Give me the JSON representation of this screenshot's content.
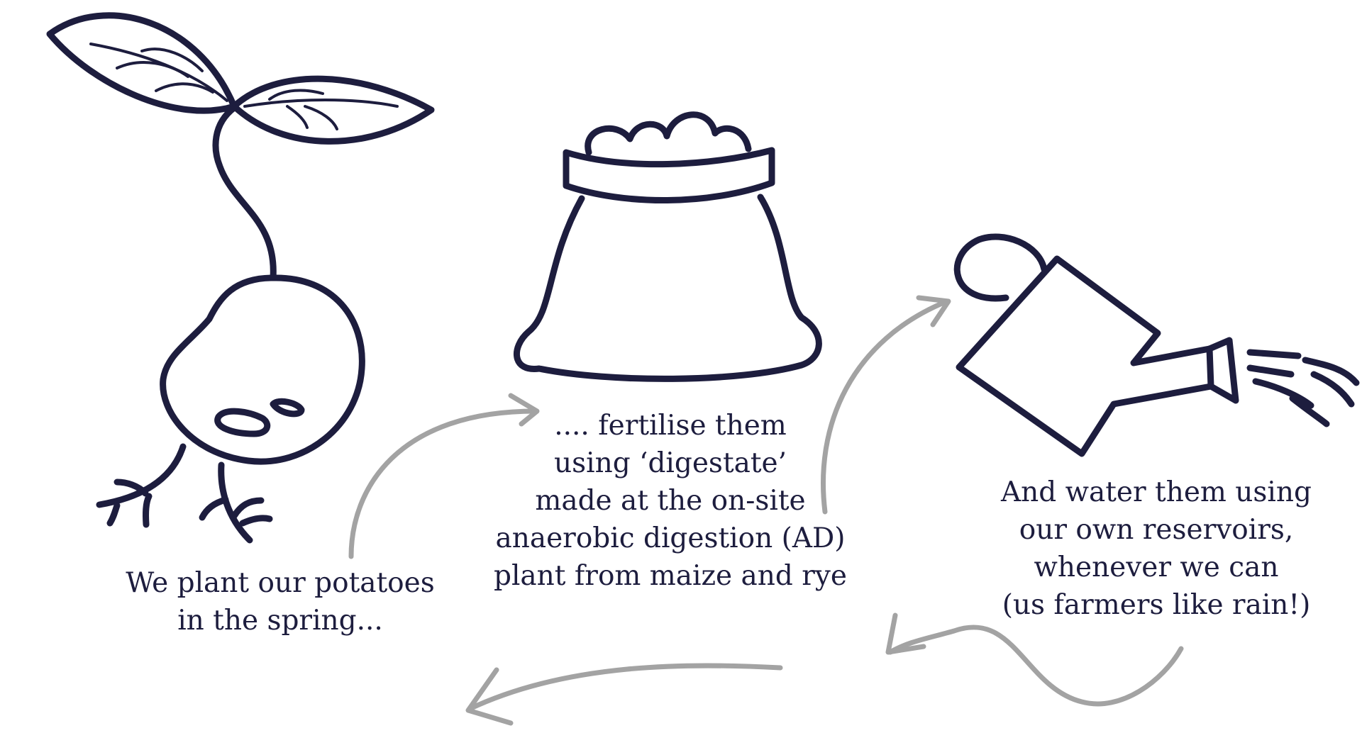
{
  "colors": {
    "ink": "#1d1d3e",
    "arrow": "#a3a3a3",
    "background": "#ffffff"
  },
  "icons": [
    "sprouting-potato-icon",
    "fertiliser-sack-icon",
    "watering-can-icon"
  ],
  "steps": [
    {
      "icon": "sprouting-potato-icon",
      "lines": [
        "We plant our potatoes",
        "in the spring..."
      ]
    },
    {
      "icon": "fertiliser-sack-icon",
      "lines": [
        ".... fertilise them",
        "using ‘digestate’",
        "made at the on-site",
        "anaerobic digestion (AD)",
        "plant from maize and rye"
      ]
    },
    {
      "icon": "watering-can-icon",
      "lines": [
        "And water them using",
        "our own reservoirs,",
        "whenever we can",
        "(us farmers like rain!)"
      ]
    }
  ]
}
